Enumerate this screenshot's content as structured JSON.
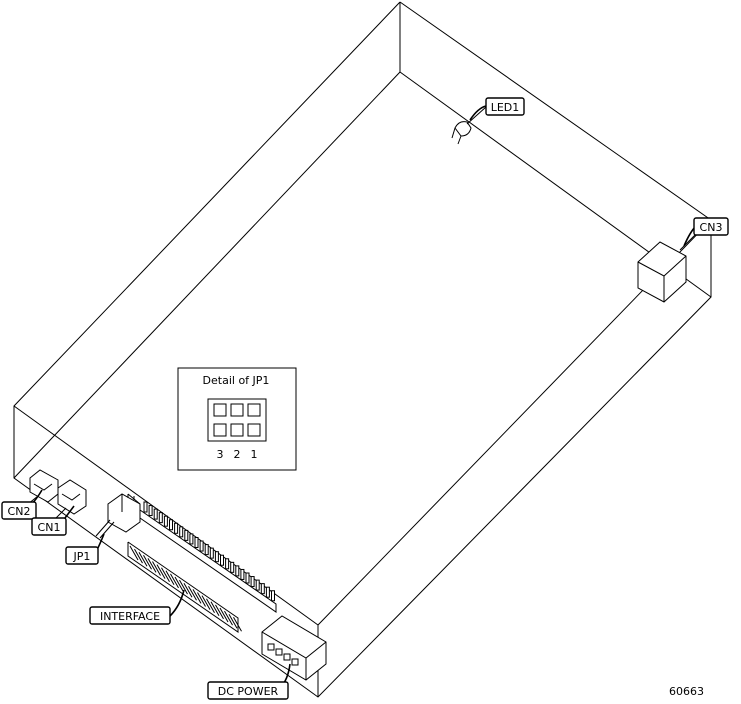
{
  "diagram": {
    "labels": {
      "led1": "LED1",
      "cn3": "CN3",
      "cn2": "CN2",
      "cn1": "CN1",
      "jp1": "JP1",
      "interface": "INTERFACE",
      "dc_power": "DC POWER"
    },
    "detail": {
      "title": "Detail of JP1",
      "pins": [
        "3",
        "2",
        "1"
      ]
    },
    "figure_number": "60663"
  }
}
